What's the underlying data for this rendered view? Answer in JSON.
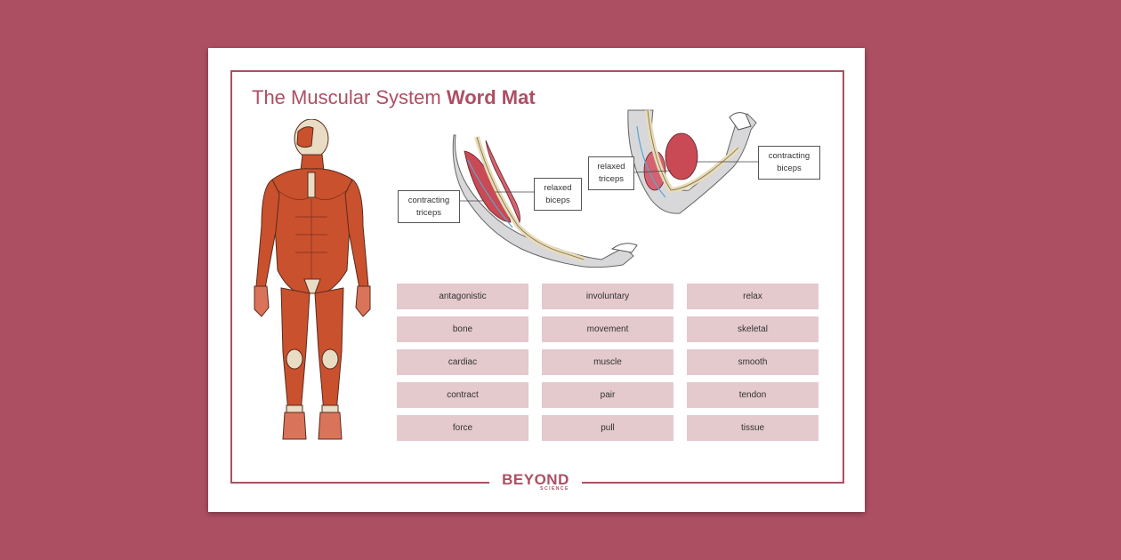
{
  "title": {
    "main": "The Muscular System",
    "bold": "Word Mat"
  },
  "labels": {
    "contracting_triceps": [
      "contracting",
      "triceps"
    ],
    "relaxed_biceps": [
      "relaxed",
      "biceps"
    ],
    "relaxed_triceps": [
      "relaxed",
      "triceps"
    ],
    "contracting_biceps": [
      "contracting",
      "biceps"
    ]
  },
  "words": [
    "antagonistic",
    "involuntary",
    "relax",
    "bone",
    "movement",
    "skeletal",
    "cardiac",
    "muscle",
    "smooth",
    "contract",
    "pair",
    "tendon",
    "force",
    "pull",
    "tissue"
  ],
  "logo": {
    "text": "BEYOND",
    "sub": "SCIENCE"
  },
  "colors": {
    "background": "#ad4f63",
    "accent": "#ad4f63",
    "word_box": "#e4c9cd",
    "muscle": "#c9512e"
  },
  "icons": [
    "human-muscle-figure",
    "straight-arm-diagram",
    "bent-arm-diagram"
  ]
}
